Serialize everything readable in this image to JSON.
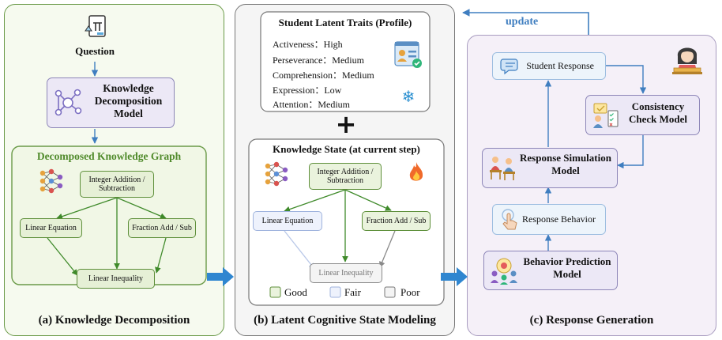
{
  "panel_a": {
    "question_label": "Question",
    "kd_model": "Knowledge Decomposition Model",
    "graph_title": "Decomposed Knowledge Graph",
    "nodes": {
      "integer": "Integer Addition / Subtraction",
      "linear_eq": "Linear Equation",
      "fraction": "Fraction Add / Sub",
      "inequality": "Linear Inequality"
    },
    "caption": "(a) Knowledge Decomposition"
  },
  "panel_b": {
    "traits_title": "Student Latent Traits (Profile)",
    "traits": [
      "Activeness：High",
      "Perseverance：Medium",
      "Comprehension：Medium",
      "Expression：Low",
      "Attention：Medium"
    ],
    "plus": "+",
    "state_title": "Knowledge State (at current step)",
    "nodes": {
      "integer": "Integer Addition / Subtraction",
      "linear_eq": "Linear Equation",
      "fraction": "Fraction Add / Sub",
      "inequality": "Linear Inequality"
    },
    "legend": {
      "good": "Good",
      "fair": "Fair",
      "poor": "Poor"
    },
    "caption": "(b) Latent Cognitive State Modeling"
  },
  "panel_c": {
    "update_label": "update",
    "student_response": "Student Response",
    "consistency_model": "Consistency Check Model",
    "simulation_model": "Response Simulation Model",
    "response_behavior": "Response Behavior",
    "behavior_model": "Behavior Prediction Model",
    "caption": "(c) Response Generation"
  },
  "colors": {
    "good": "#eaf3dd",
    "fair": "#eef2fc",
    "poor": "#f4f4f4",
    "arrow_blue": "#3f7ec0",
    "green_border": "#5e8f3a",
    "purple_border": "#8d86b8"
  }
}
